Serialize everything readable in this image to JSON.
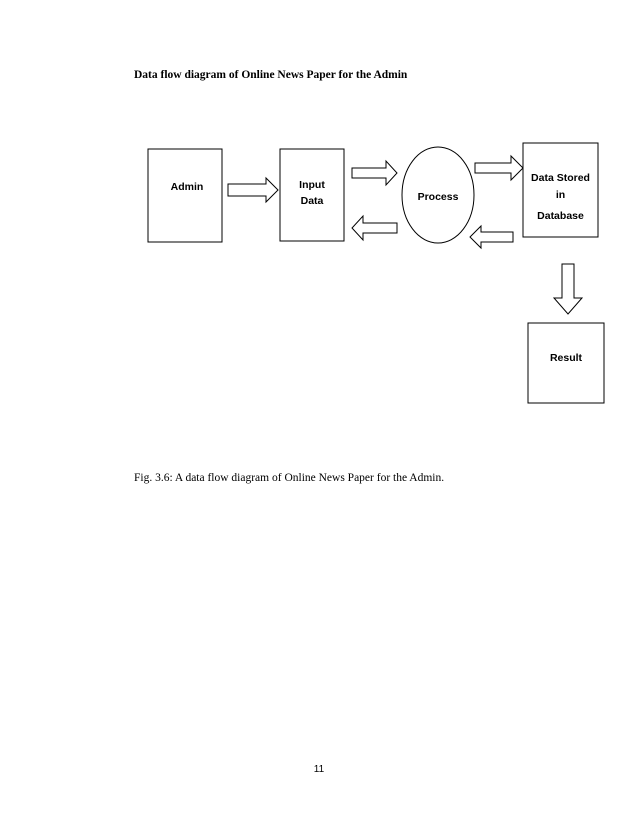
{
  "heading": "Data flow diagram of Online News Paper for the Admin",
  "diagram": {
    "nodes": {
      "admin": {
        "label": "Admin"
      },
      "input_data": {
        "line1": "Input",
        "line2": "Data"
      },
      "process": {
        "label": "Process"
      },
      "database": {
        "line1": "Data Stored",
        "line2": "in",
        "line3": "Database"
      },
      "result": {
        "label": "Result"
      }
    }
  },
  "caption": "Fig. 3.6:  A data flow diagram of Online News Paper for the Admin.",
  "page_number": "11"
}
